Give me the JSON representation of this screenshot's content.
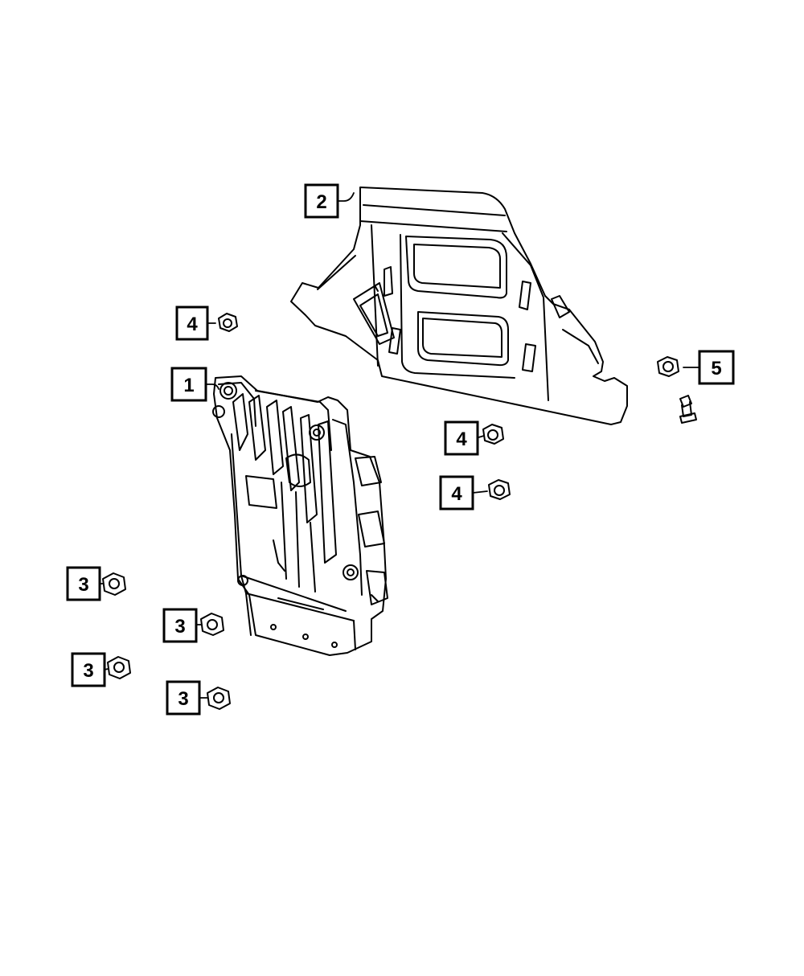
{
  "diagram": {
    "line_color": "#000000",
    "background": "#ffffff",
    "callouts": [
      {
        "id": "c1",
        "label": "1"
      },
      {
        "id": "c2",
        "label": "2"
      },
      {
        "id": "c3a",
        "label": "3"
      },
      {
        "id": "c3b",
        "label": "3"
      },
      {
        "id": "c3c",
        "label": "3"
      },
      {
        "id": "c3d",
        "label": "3"
      },
      {
        "id": "c4a",
        "label": "4"
      },
      {
        "id": "c4b",
        "label": "4"
      },
      {
        "id": "c4c",
        "label": "4"
      },
      {
        "id": "c5",
        "label": "5"
      }
    ]
  }
}
